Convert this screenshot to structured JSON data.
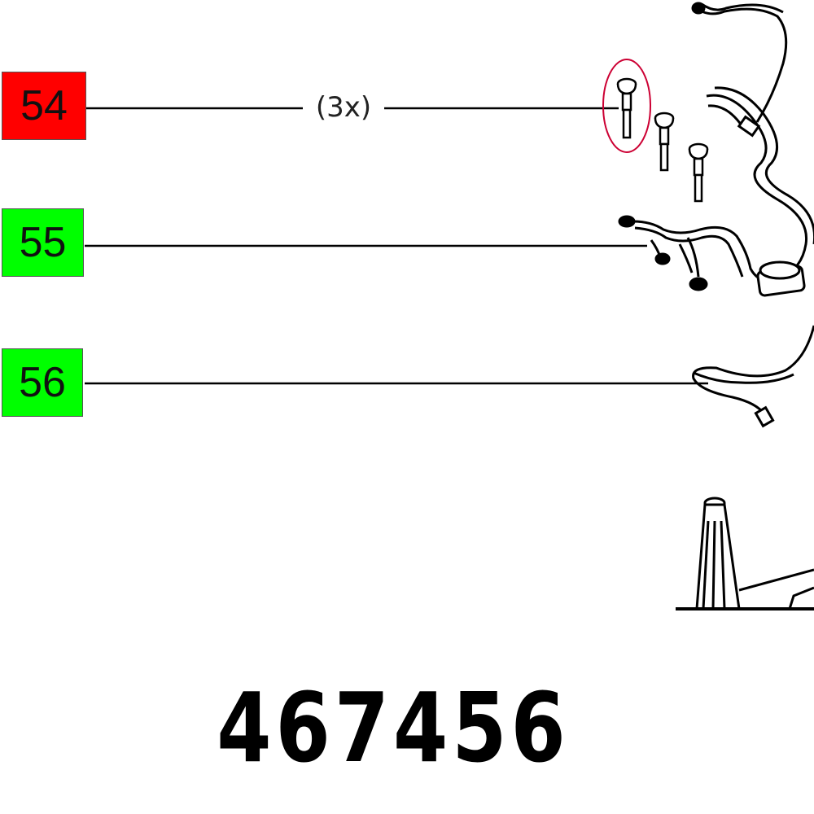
{
  "callouts": [
    {
      "label": "54",
      "color": "#ff0000"
    },
    {
      "label": "55",
      "color": "#00ff00"
    },
    {
      "label": "56",
      "color": "#00ff00"
    }
  ],
  "quantity_note": "(3x)",
  "part_number": "467456",
  "highlight_color": "#cc0033"
}
